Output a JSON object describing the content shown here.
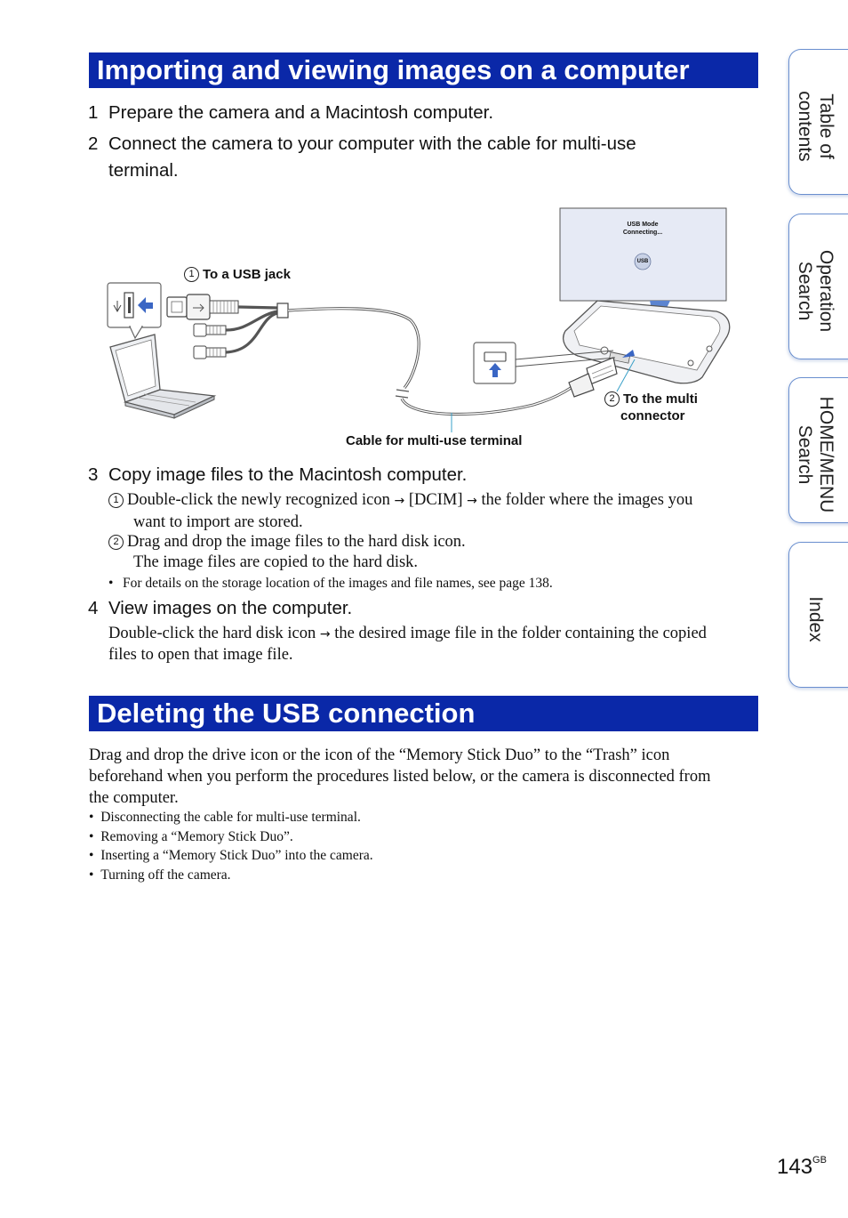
{
  "section1": {
    "title": "Importing and viewing images on a computer"
  },
  "steps": [
    {
      "num": "1",
      "text": "Prepare the camera and a Macintosh computer."
    },
    {
      "num": "2",
      "text": "Connect the camera to your computer with the cable for multi-use terminal."
    },
    {
      "num": "3",
      "text": "Copy image files to the Macintosh computer."
    },
    {
      "num": "4",
      "text": "View images on the computer."
    }
  ],
  "figure": {
    "usb_jack_num": "1",
    "usb_jack_label": "To a USB jack",
    "multi_num": "2",
    "multi_label_1": "To the multi",
    "multi_label_2": "connector",
    "cable_label": "Cable for multi-use terminal",
    "screen_line1": "USB Mode",
    "screen_line2": "Connecting...",
    "screen_icon": "USB"
  },
  "step3": {
    "sub1_num": "1",
    "sub1_a": "Double-click the newly recognized icon",
    "arrow": "→",
    "sub1_b": "[DCIM]",
    "sub1_c": "the folder where the images you",
    "sub1_d": "want to import are stored.",
    "sub2_num": "2",
    "sub2_a": "Drag and drop the image files to the hard disk icon.",
    "sub2_b": "The image files are copied to the hard disk.",
    "bullet": "•",
    "note": "For details on the storage location of the images and file names, see page 138."
  },
  "step4": {
    "desc_a": "Double-click the hard disk icon",
    "arrow": "→",
    "desc_b": "the desired image file in the folder containing the copied",
    "desc_c": "files to open that image file."
  },
  "section2": {
    "title": "Deleting the USB connection",
    "para1": "Drag and drop the drive icon or the icon of the “Memory Stick Duo” to the “Trash” icon",
    "para2": "beforehand when you perform the procedures listed below, or the camera is disconnected from",
    "para3": "the computer.",
    "bullet": "•",
    "bullets": [
      "Disconnecting the cable for multi-use terminal.",
      "Removing a “Memory Stick Duo”.",
      "Inserting a “Memory Stick Duo” into the camera.",
      "Turning off the camera."
    ]
  },
  "side_tabs": [
    {
      "line1": "Table of",
      "line2": "contents"
    },
    {
      "line1": "Operation",
      "line2": "Search"
    },
    {
      "line1": "HOME/MENU",
      "line2": "Search"
    },
    {
      "line1": "Index",
      "line2": ""
    }
  ],
  "page": {
    "number": "143",
    "suffix": "GB"
  },
  "colors": {
    "heading_bg": "#0a28a8",
    "tab_border": "#6a8fcf"
  }
}
